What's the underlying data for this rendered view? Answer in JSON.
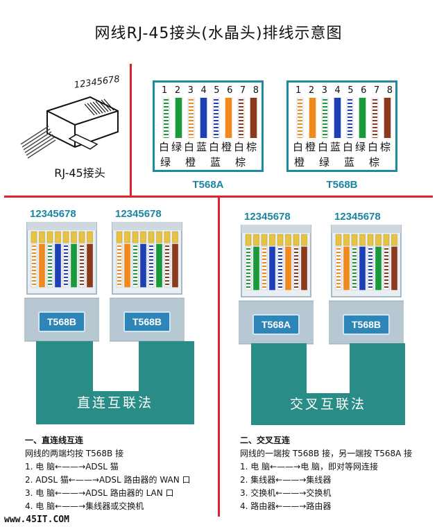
{
  "title": "网线RJ-45接头(水晶头)排线示意图",
  "jack": {
    "pin_label": "12345678",
    "label": "RJ-45接头"
  },
  "colors": {
    "green": "#1a9a3a",
    "orange": "#f08a1c",
    "blue": "#1e3fb5",
    "brown": "#8b3a1c",
    "accent": "#1a85a1",
    "divider": "#e0202a"
  },
  "standards": [
    {
      "name": "T568A",
      "pins": [
        "1",
        "2",
        "3",
        "4",
        "5",
        "6",
        "7",
        "8"
      ],
      "wires": [
        "wg",
        "g",
        "wo",
        "b",
        "wb",
        "o",
        "wbr",
        "br"
      ],
      "row1": [
        "白",
        "绿",
        "白",
        "蓝",
        "白",
        "橙",
        "白",
        "棕"
      ],
      "row2": [
        "绿",
        "",
        "橙",
        "",
        "蓝",
        "",
        "棕",
        ""
      ]
    },
    {
      "name": "T568B",
      "pins": [
        "1",
        "2",
        "3",
        "4",
        "5",
        "6",
        "7",
        "8"
      ],
      "wires": [
        "wo",
        "o",
        "wg",
        "b",
        "wb",
        "g",
        "wbr",
        "br"
      ],
      "row1": [
        "白",
        "橙",
        "白",
        "蓝",
        "白",
        "绿",
        "白",
        "棕"
      ],
      "row2": [
        "橙",
        "",
        "绿",
        "",
        "蓝",
        "",
        "棕",
        ""
      ]
    }
  ],
  "connectors": [
    {
      "pins": "12345678",
      "badge": "T568B"
    },
    {
      "pins": "12345678",
      "badge": "T568B"
    },
    {
      "pins": "12345678",
      "badge": "T568A"
    },
    {
      "pins": "12345678",
      "badge": "T568B"
    }
  ],
  "methods": [
    "直连互联法",
    "交叉互联法"
  ],
  "notes_straight": {
    "heading": "一、直连线互连",
    "intro": "网线的两端均按 T568B 接",
    "items": [
      "1.  电    脑←——→ADSL 猫",
      "2.  ADSL 猫←——→ADSL 路由器的 WAN 口",
      "3.  电    脑←——→ADSL 路由器的 LAN 口",
      "4.  电    脑←——→集线器或交换机"
    ]
  },
  "notes_cross": {
    "heading": "二、交叉互连",
    "intro": "网线的一端按 T568B 接，另一端按 T568A 接",
    "items": [
      "1.  电    脑←——→电    脑，即对等网连接",
      "2.  集线器←——→集线器",
      "3.  交换机←——→交换机",
      "4.  路由器←——→路由器"
    ]
  },
  "watermark": "www.45IT.COM"
}
